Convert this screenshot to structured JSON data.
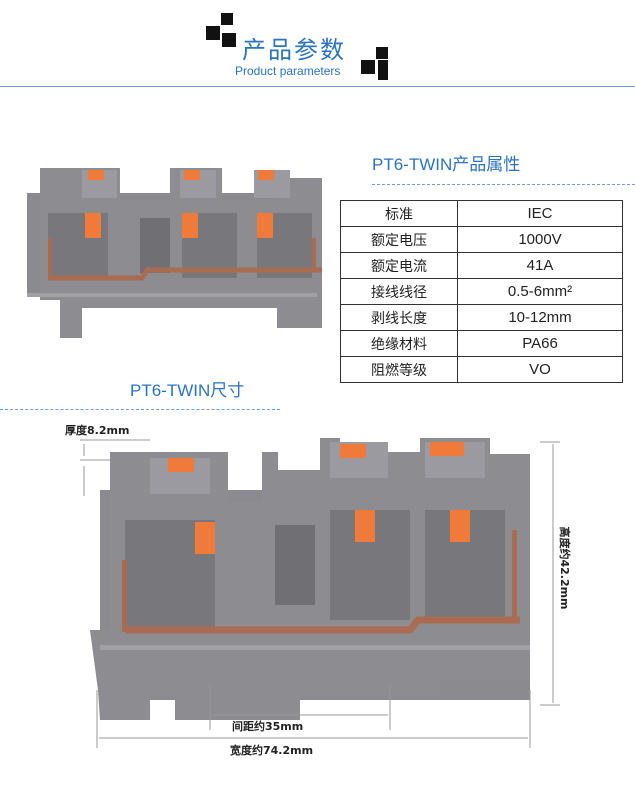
{
  "header": {
    "title": "产品参数",
    "subtitle": "Product parameters"
  },
  "properties": {
    "title": "PT6-TWIN产品属性",
    "rows": [
      {
        "label": "标准",
        "value": "IEC"
      },
      {
        "label": "额定电压",
        "value": "1000V"
      },
      {
        "label": "额定电流",
        "value": "41A"
      },
      {
        "label": "接线线径",
        "value": "0.5-6mm²"
      },
      {
        "label": "剥线长度",
        "value": "10-12mm"
      },
      {
        "label": "绝缘材料",
        "value": "PA66"
      },
      {
        "label": "阻燃等级",
        "value": "VO"
      }
    ]
  },
  "dimensions": {
    "title": "PT6-TWIN尺寸",
    "thickness": "厚度8.2mm",
    "height": "高度约42.2mm",
    "pitch": "间距约35mm",
    "width": "宽度约74.2mm"
  },
  "colors": {
    "accent": "#2a73c2",
    "housing": "#8a8a8f",
    "orange": "#f07a3a",
    "copper": "#a96c52"
  }
}
